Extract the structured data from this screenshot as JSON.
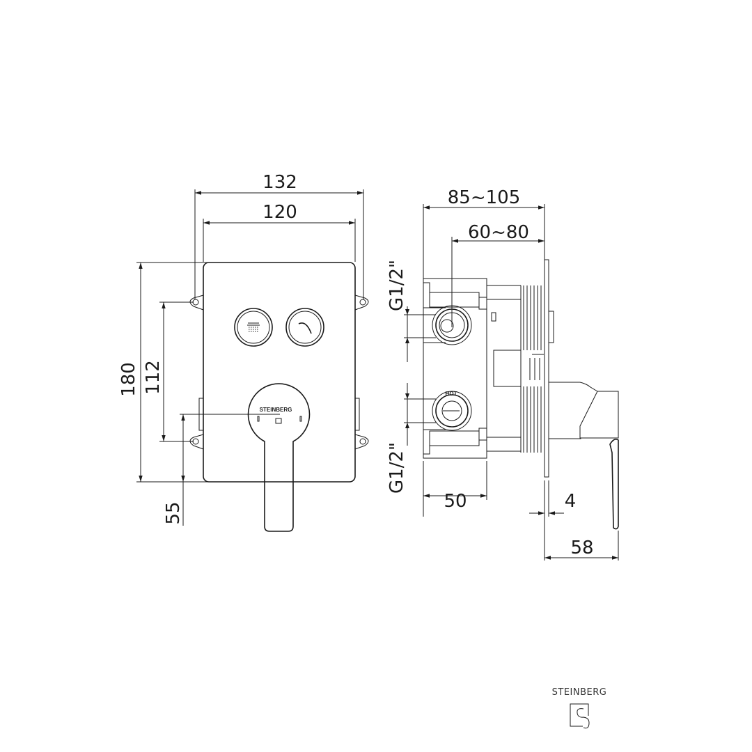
{
  "front_view": {
    "dims": {
      "overall_width": "132",
      "plate_width": "120",
      "height": "180",
      "mount_spacing": "112",
      "handle_offset": "55"
    },
    "handle_brand": "STEINBERG",
    "button_icons": [
      "overhead-shower-icon",
      "hand-shower-icon"
    ]
  },
  "side_view": {
    "dims": {
      "install_depth": "85~105",
      "axis_depth": "60~80",
      "body_depth": "50",
      "plate_thickness": "4",
      "handle_projection": "58"
    },
    "thread_top": "G1/2\"",
    "thread_bottom": "G1/2\"",
    "hot_label": "HOT"
  },
  "logo": {
    "text": "STEINBERG"
  },
  "colors": {
    "line": "#1a1a1a",
    "background": "#ffffff"
  }
}
